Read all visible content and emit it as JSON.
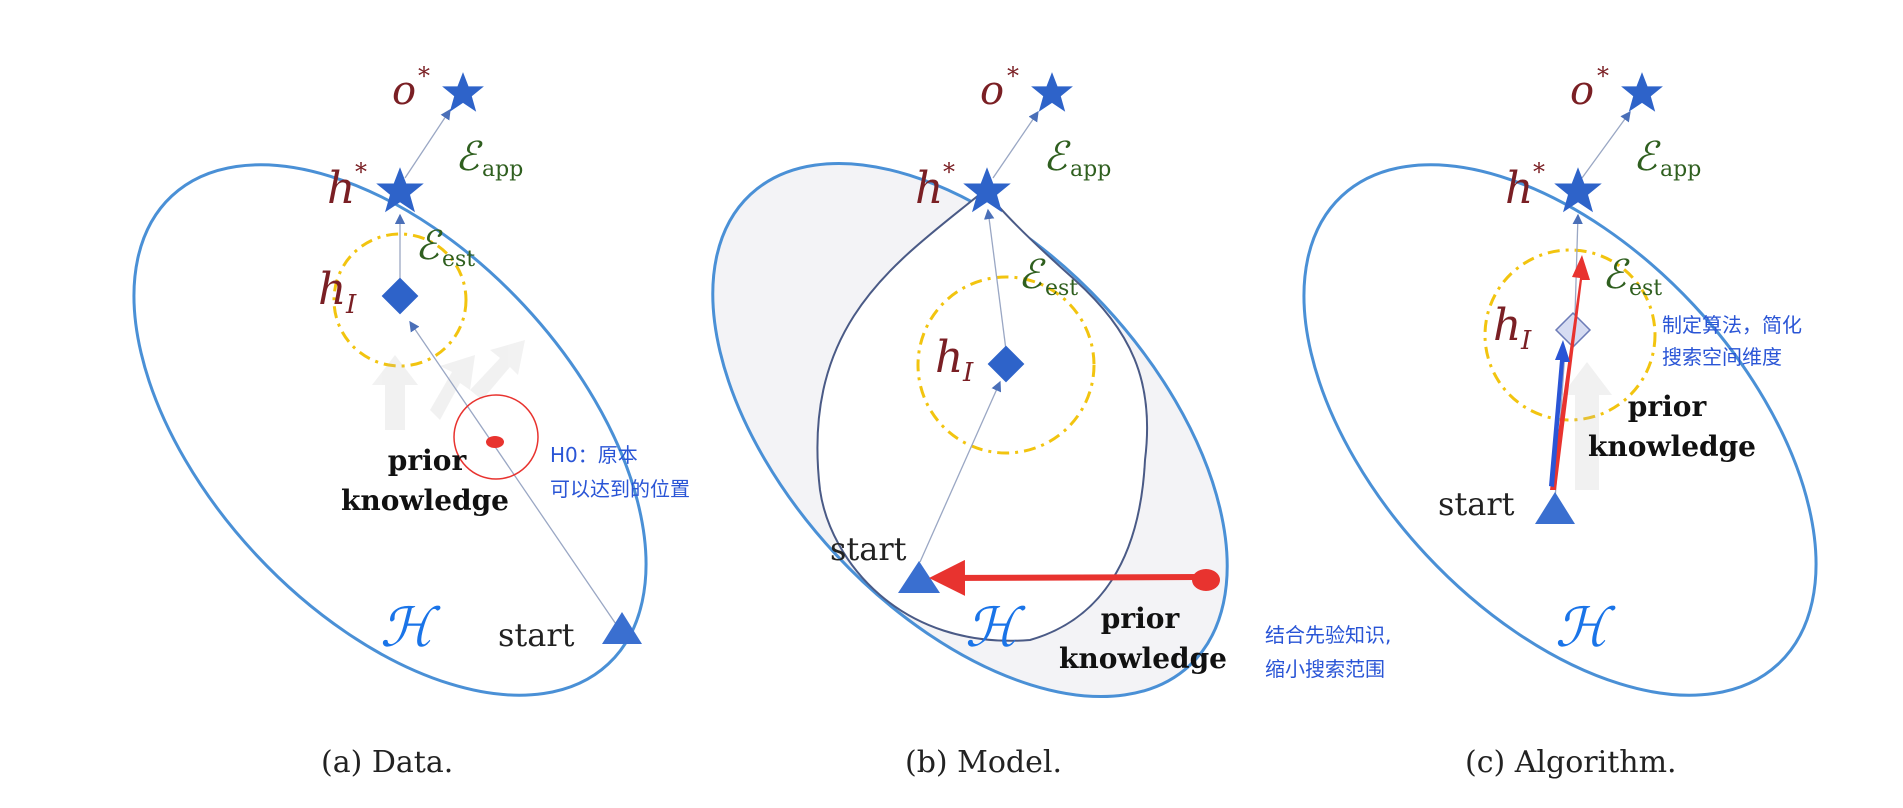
{
  "panels": [
    {
      "caption": "(a)  Data.",
      "o_label": "o",
      "o_sup": "*",
      "h_label": "h",
      "h_sup": "*",
      "hI_label": "h",
      "hI_sub": "I",
      "e_app": "ℰ",
      "e_app_sub": "app",
      "e_est": "ℰ",
      "e_est_sub": "est",
      "space": "ℋ",
      "start": "start",
      "prior_line1": "prior",
      "prior_line2": "knowledge",
      "note_line1": "H0：原本",
      "note_line2": "可以达到的位置"
    },
    {
      "caption": "(b)  Model.",
      "o_label": "o",
      "o_sup": "*",
      "h_label": "h",
      "h_sup": "*",
      "hI_label": "h",
      "hI_sub": "I",
      "e_app": "ℰ",
      "e_app_sub": "app",
      "e_est": "ℰ",
      "e_est_sub": "est",
      "space": "ℋ",
      "start": "start",
      "prior_line1": "prior",
      "prior_line2": "knowledge",
      "note_line1": "结合先验知识,",
      "note_line2": "缩小搜索范围"
    },
    {
      "caption": "(c)  Algorithm.",
      "o_label": "o",
      "o_sup": "*",
      "h_label": "h",
      "h_sup": "*",
      "hI_label": "h",
      "hI_sub": "I",
      "e_app": "ℰ",
      "e_app_sub": "app",
      "e_est": "ℰ",
      "e_est_sub": "est",
      "space": "ℋ",
      "start": "start",
      "prior_line1": "prior",
      "prior_line2": "knowledge",
      "note_line1": "制定算法，简化",
      "note_line2": "搜索空间维度"
    }
  ],
  "colors": {
    "ellipse": "#4a90d6",
    "dashed_circle": "#f2c40f",
    "star": "#2e63c9",
    "annotation_red": "#e8332f",
    "annotation_blue": "#2a55d6"
  }
}
